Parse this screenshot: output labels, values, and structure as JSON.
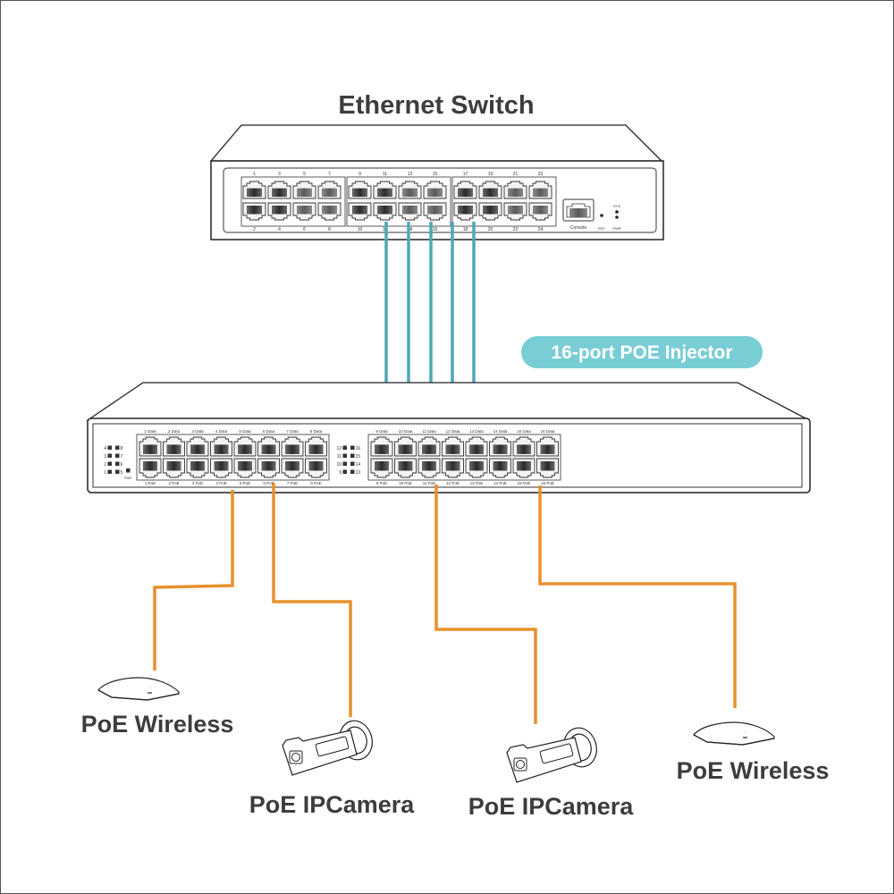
{
  "title": "Ethernet Switch",
  "switch": {
    "name": "Ethernet Switch",
    "port_groups": [
      {
        "top": [
          "1",
          "3",
          "5",
          "7"
        ],
        "bottom": [
          "2",
          "4",
          "6",
          "8"
        ]
      },
      {
        "top": [
          "9",
          "11",
          "13",
          "15"
        ],
        "bottom": [
          "10",
          "12",
          "14",
          "16"
        ]
      },
      {
        "top": [
          "17",
          "19",
          "21",
          "23"
        ],
        "bottom": [
          "18",
          "20",
          "22",
          "24"
        ]
      }
    ],
    "console_label": "Console",
    "led_labels": {
      "sys": "SYS",
      "rst": "RST",
      "pwr": "PWR"
    }
  },
  "injector": {
    "badge_label": "16-port POE Injector",
    "data_labels_left": [
      "1 Data",
      "2 Data",
      "3 Data",
      "4 Data",
      "5 Data",
      "6 Data",
      "7 Data",
      "8 Data"
    ],
    "poe_labels_left": [
      "1 PoE",
      "2 PoE",
      "3 PoE",
      "4 PoE",
      "5 PoE",
      "6 PoE",
      "7 PoE",
      "8 PoE"
    ],
    "data_labels_right": [
      "9 Data",
      "10 Data",
      "11 Data",
      "12 Data",
      "13 Data",
      "14 Data",
      "15 Data",
      "16 Data"
    ],
    "poe_labels_right": [
      "9 PoE",
      "10 PoE",
      "11 PoE",
      "12 PoE",
      "13 PoE",
      "14 PoE",
      "15 PoE",
      "16 PoE"
    ],
    "led_left": [
      [
        "4",
        "8"
      ],
      [
        "3",
        "7"
      ],
      [
        "2",
        "6"
      ],
      [
        "1",
        "5"
      ]
    ],
    "led_right": [
      [
        "12",
        "16"
      ],
      [
        "11",
        "15"
      ],
      [
        "10",
        "14"
      ],
      [
        "9",
        "13"
      ]
    ],
    "pwr_label": "PWR"
  },
  "devices": [
    {
      "type": "wireless-ap",
      "label": "PoE Wireless",
      "connected_port": "4 PoE"
    },
    {
      "type": "ip-camera",
      "label": "PoE IPCamera",
      "connected_port": "6 PoE"
    },
    {
      "type": "ip-camera",
      "label": "PoE IPCamera",
      "connected_port": "11 PoE"
    },
    {
      "type": "wireless-ap",
      "label": "PoE Wireless",
      "connected_port": "16 PoE"
    }
  ],
  "uplinks": {
    "switch_ports": [
      "12",
      "14",
      "16",
      "18",
      "20"
    ],
    "injector_ports": [
      "9 Data",
      "10 Data",
      "11 Data",
      "12 Data",
      "13 Data"
    ]
  },
  "colors": {
    "uplink_cable": "#4ea8b4",
    "poe_cable": "#e8912c",
    "badge_bg": "#79cdd4",
    "badge_text": "#ffffff",
    "title_text": "#3d3d3d"
  }
}
